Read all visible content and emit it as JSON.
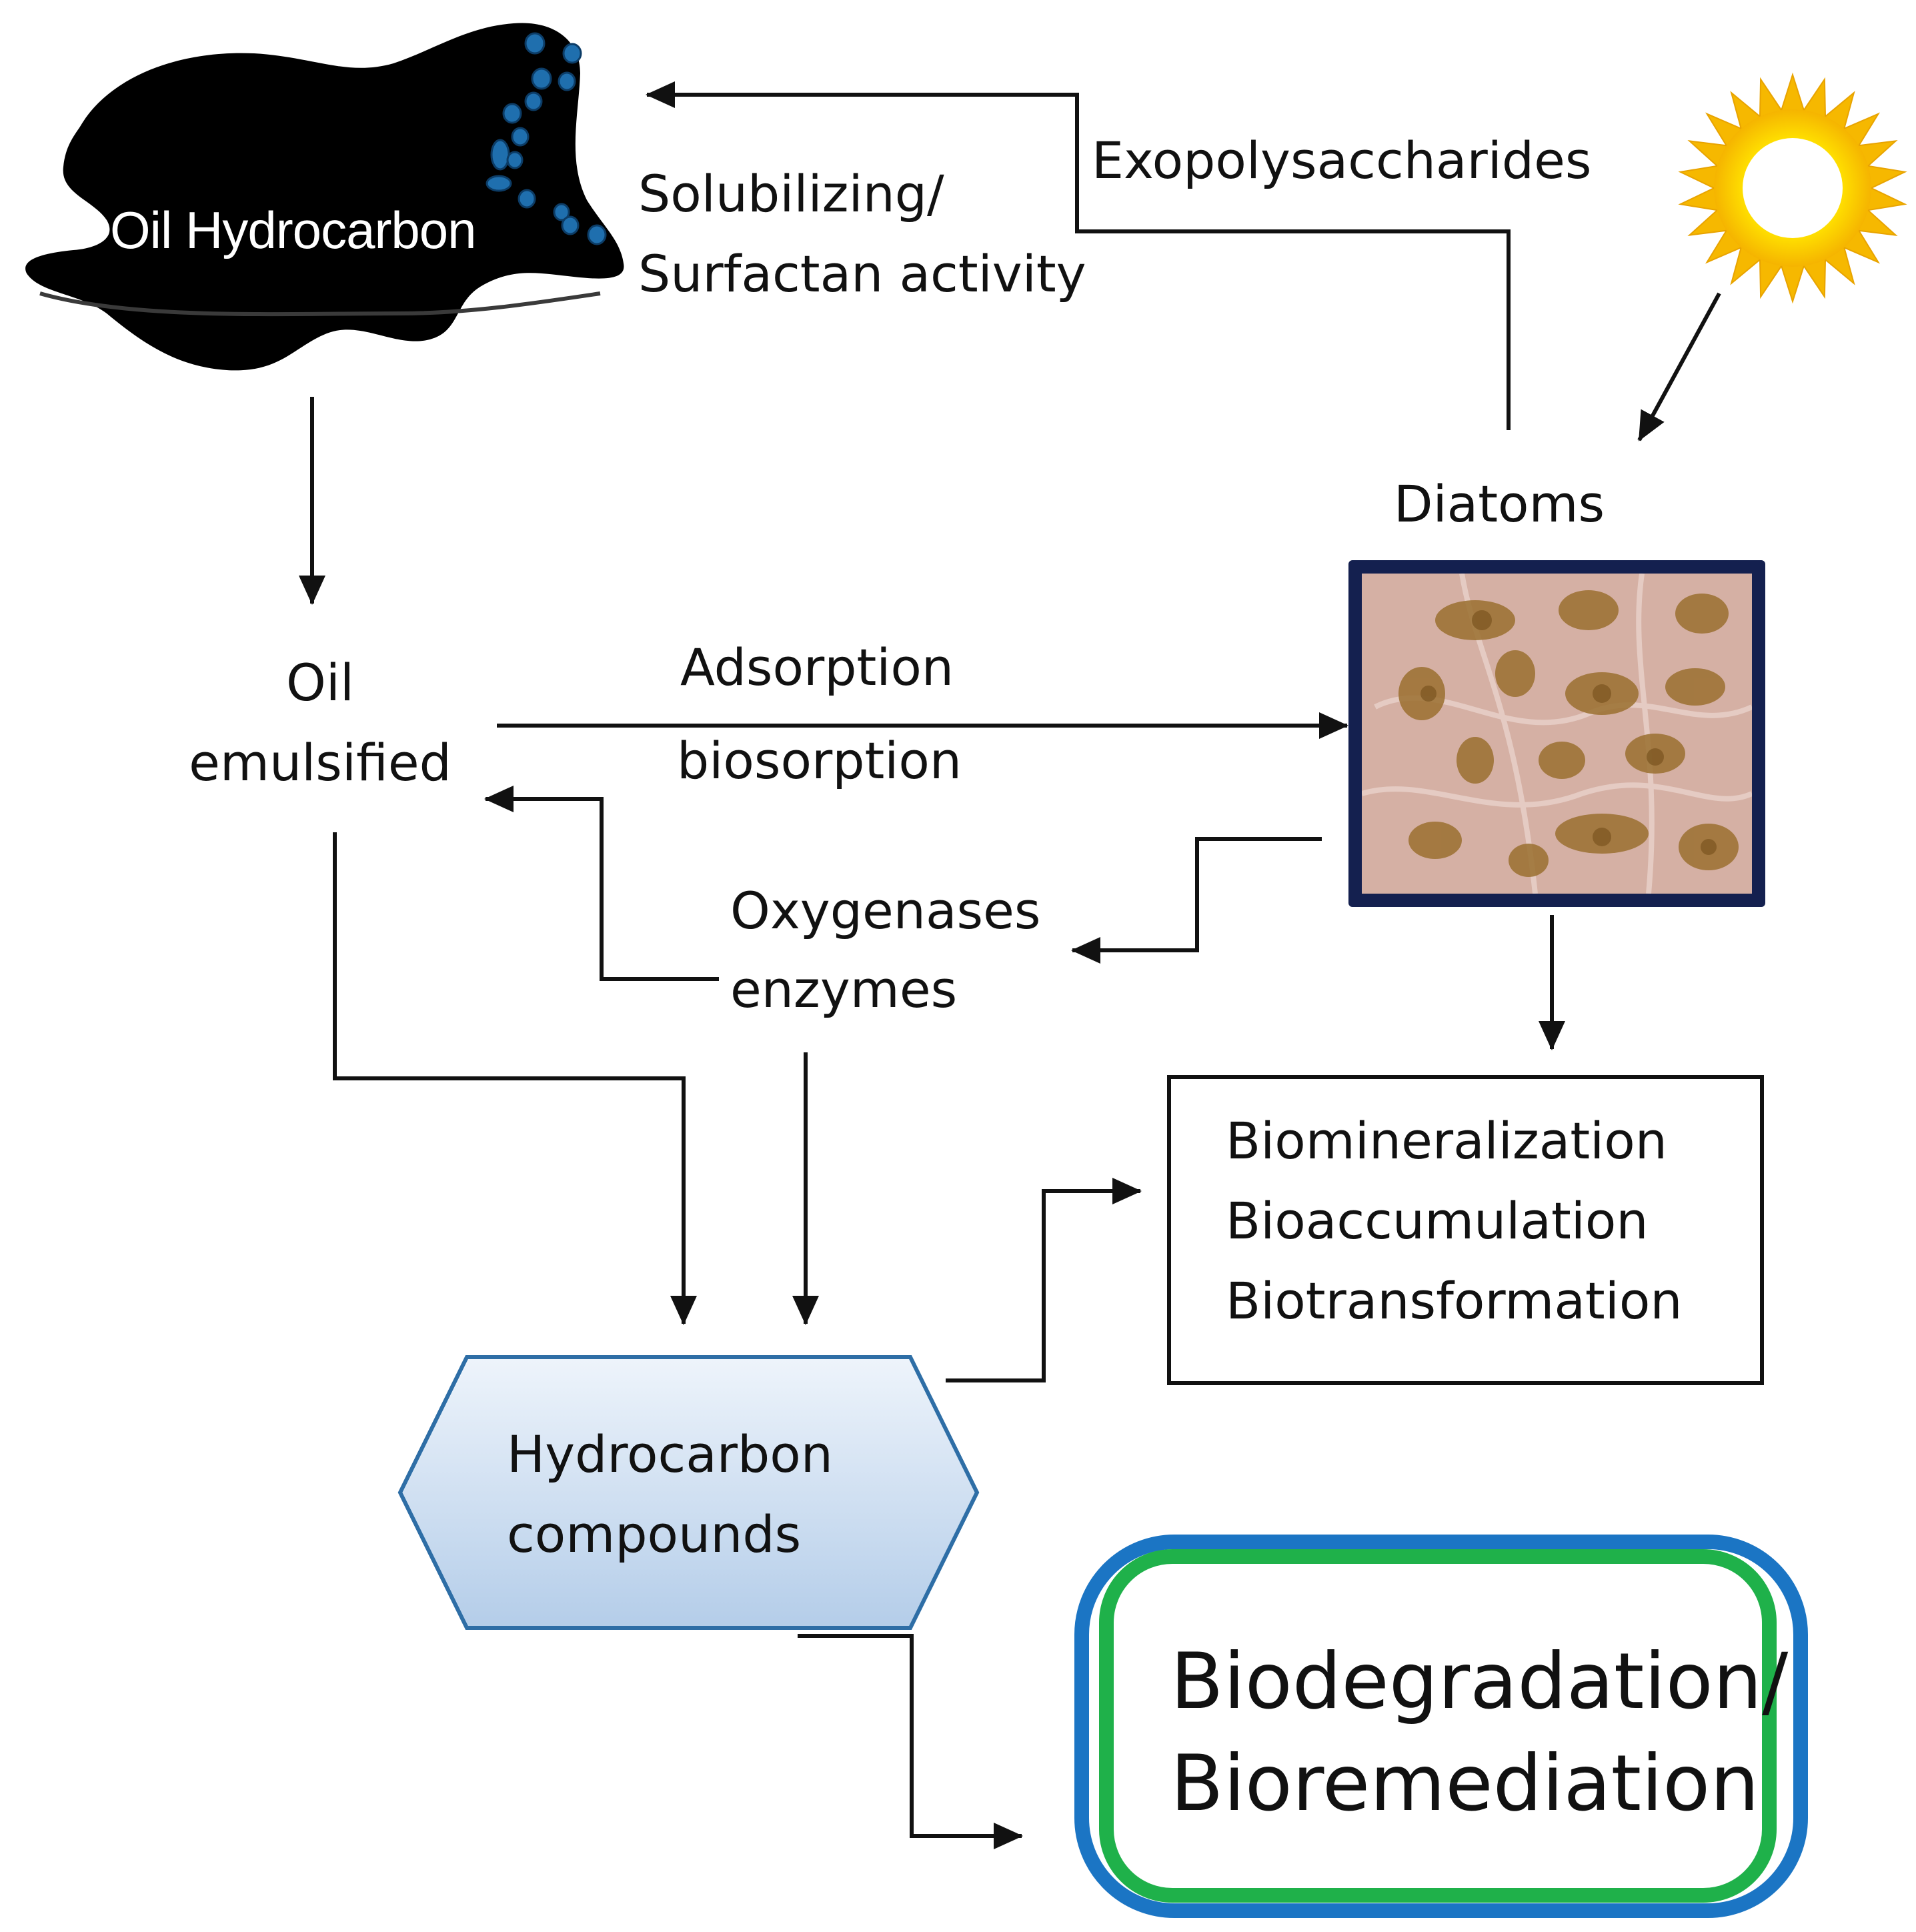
{
  "nodes": {
    "oil_hydrocarbon": "Oil Hydrocarbon",
    "solubilizing_line1": "Solubilizing/",
    "solubilizing_line2": "Surfactan activity",
    "exopolysaccharides": "Exopolysaccharides",
    "diatoms": "Diatoms",
    "oil_emulsified_line1": "Oil",
    "oil_emulsified_line2": "emulsified",
    "adsorption": "Adsorption",
    "biosorption": "biosorption",
    "oxygenases_line1": "Oxygenases",
    "oxygenases_line2": "enzymes",
    "processes": [
      "Biomineralization",
      "Bioaccumulation",
      "Biotransformation"
    ],
    "hydrocarbon_compounds_line1": "Hydrocarbon",
    "hydrocarbon_compounds_line2": "compounds",
    "outcome_line1": "Biodegradation/",
    "outcome_line2": "Bioremediation"
  },
  "colors": {
    "oil_blob": "#000000",
    "oil_droplets": "#1f6fae",
    "sun": "#ffd400",
    "sun_rays": "#f6b800",
    "diatom_frame": "#14204f",
    "hexagon_border": "#2e6ea6",
    "hexagon_fill_top": "#eef4fb",
    "hexagon_fill_bottom": "#b4cde9",
    "outcome_outer_border": "#1b75c4",
    "outcome_inner_border": "#1fb14a"
  },
  "icons": [
    "oil-spill-icon",
    "sun-icon",
    "diatom-micrograph-image"
  ]
}
